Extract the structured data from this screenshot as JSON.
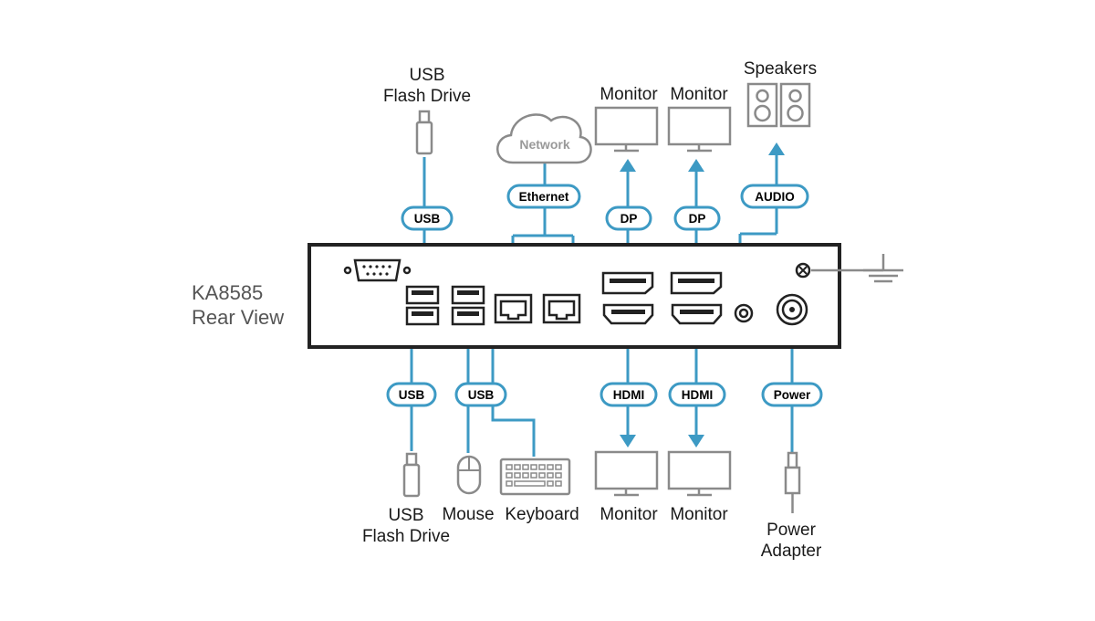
{
  "device": {
    "line1": "KA8585",
    "line2": "Rear View"
  },
  "cloud": {
    "label": "Network"
  },
  "connections": {
    "usb_top": "USB",
    "ethernet": "Ethernet",
    "dp_1": "DP",
    "dp_2": "DP",
    "audio": "AUDIO",
    "usb_bottom_left": "USB",
    "usb_bottom_right": "USB",
    "hdmi_1": "HDMI",
    "hdmi_2": "HDMI",
    "power": "Power"
  },
  "peripherals": {
    "usb_flash_top": {
      "line1": "USB",
      "line2": "Flash Drive"
    },
    "monitor_dp_1": "Monitor",
    "monitor_dp_2": "Monitor",
    "speakers": "Speakers",
    "usb_flash_bottom": {
      "line1": "USB",
      "line2": "Flash Drive"
    },
    "mouse": "Mouse",
    "keyboard": "Keyboard",
    "monitor_hdmi_1": "Monitor",
    "monitor_hdmi_2": "Monitor",
    "power_adapter": {
      "line1": "Power",
      "line2": "Adapter"
    }
  },
  "colors": {
    "cable": "#3d9ac4",
    "device_outline": "#222222",
    "peripheral": "#8a8a8a"
  }
}
